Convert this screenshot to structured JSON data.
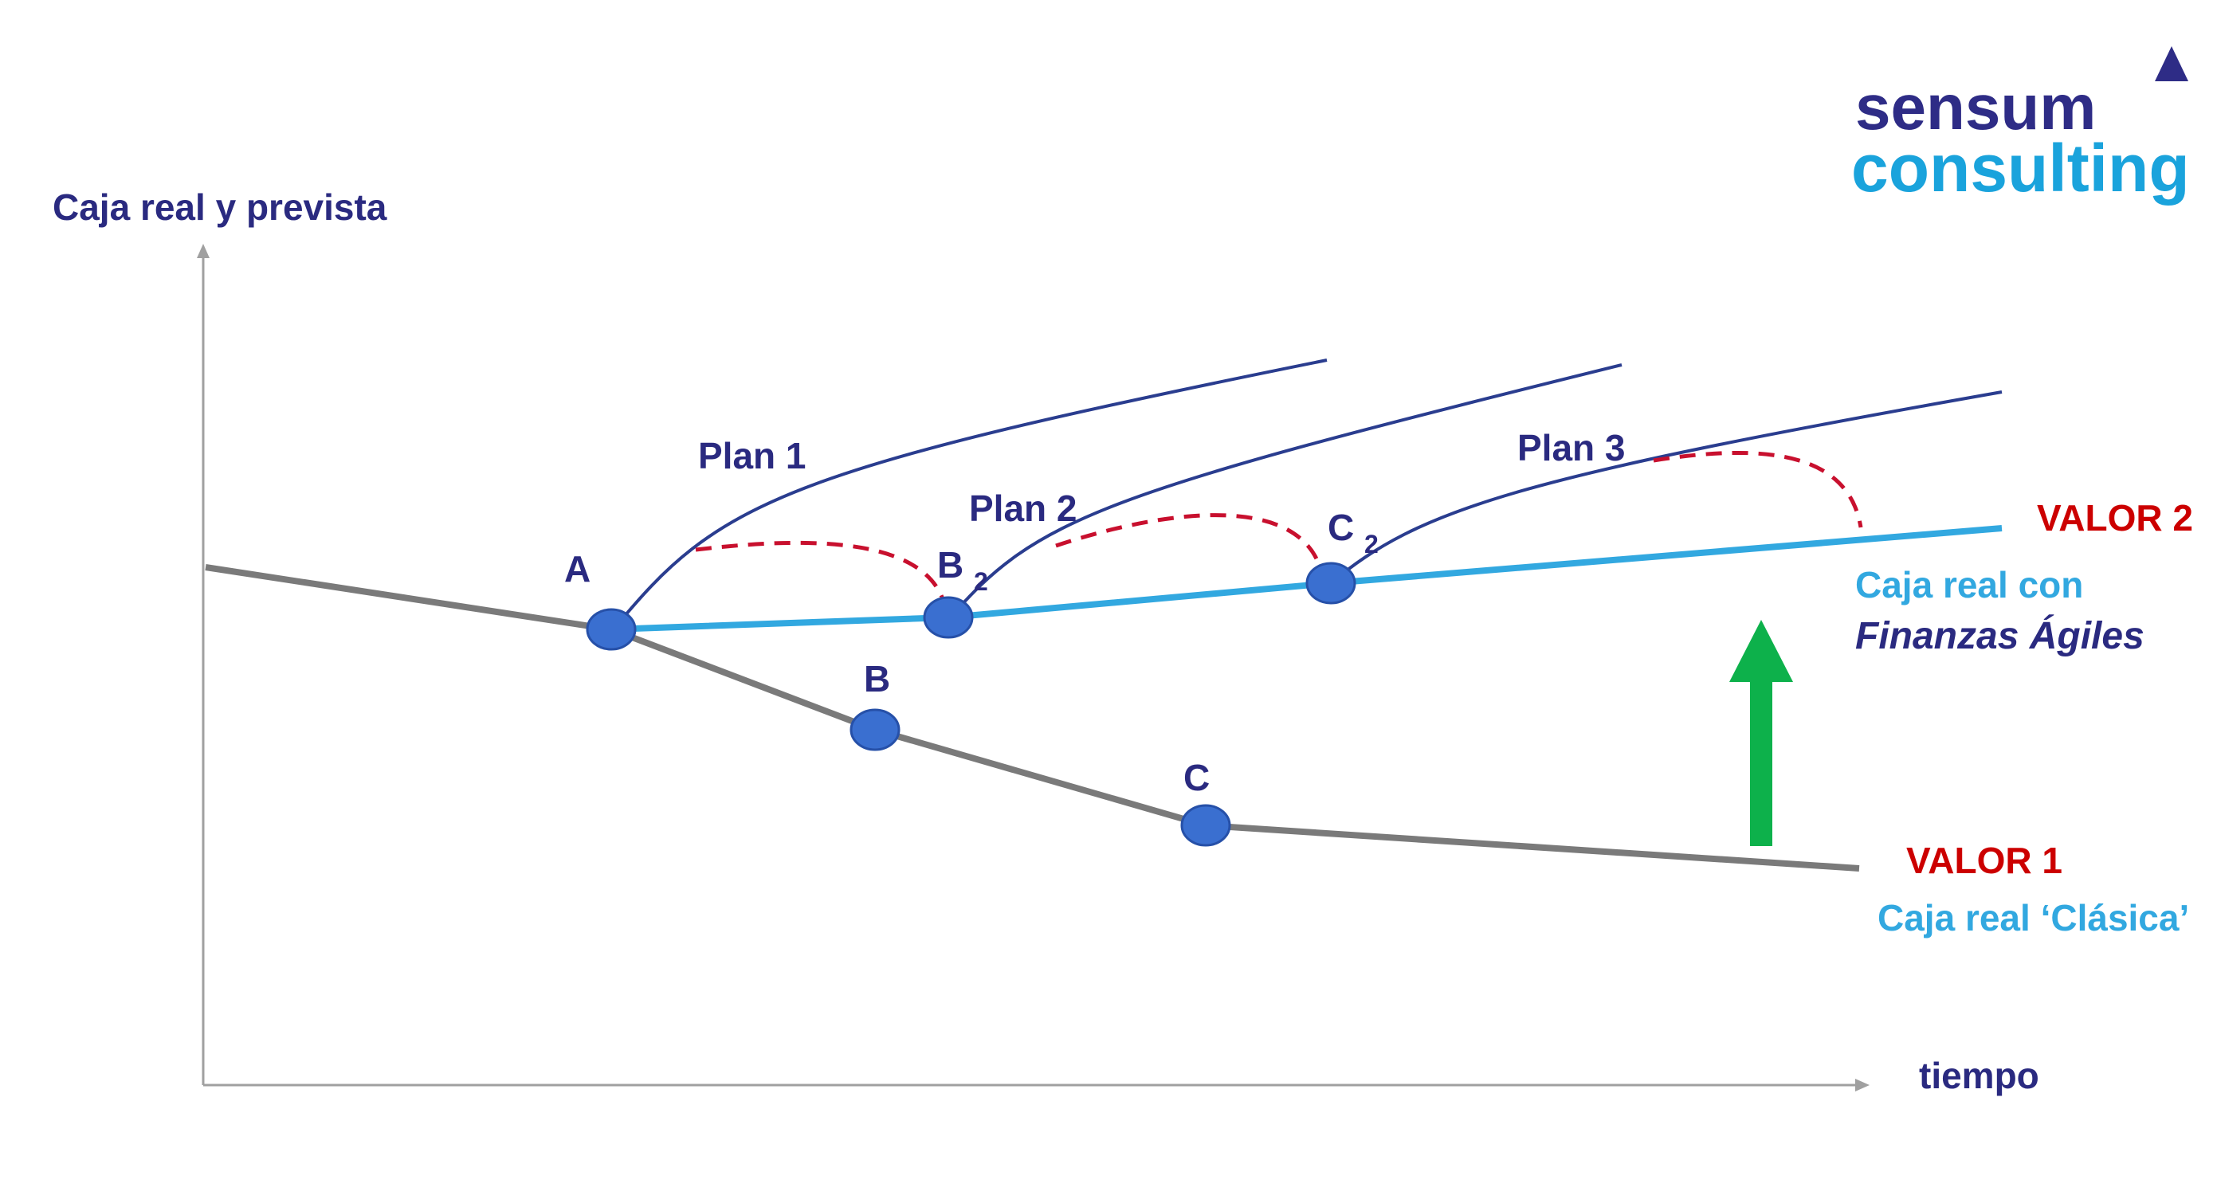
{
  "logo": {
    "line1": "sensum",
    "line2": "consulting",
    "color_primary": "#2e2c86",
    "color_secondary": "#1aa3dc"
  },
  "axes": {
    "y_label": "Caja real y prevista",
    "x_label": "tiempo"
  },
  "points": {
    "A": "A",
    "B": "B",
    "C": "C",
    "B2_main": "B",
    "B2_sub": "2",
    "C2_main": "C",
    "C2_sub": "2"
  },
  "plans": {
    "plan1": "Plan 1",
    "plan2": "Plan 2",
    "plan3": "Plan 3"
  },
  "outcomes": {
    "valor2": "VALOR 2",
    "valor2_caption_line1": "Caja real con",
    "valor2_caption_line2": "Finanzas Ágiles",
    "valor1": "VALOR 1",
    "valor1_caption": "Caja real ‘Clásica’"
  },
  "colors": {
    "axis": "#a0a0a0",
    "classic_line": "#7a7a7a",
    "agile_line": "#32a8e0",
    "plan_curve": "#2a3d8f",
    "gap_dash": "#c8102e",
    "node_fill": "#3a6fd0",
    "node_stroke": "#2650a8",
    "label_dark": "#2a2a80",
    "label_red": "#cc0000",
    "label_cyan": "#32a8e0",
    "arrow_green": "#0db14b"
  }
}
